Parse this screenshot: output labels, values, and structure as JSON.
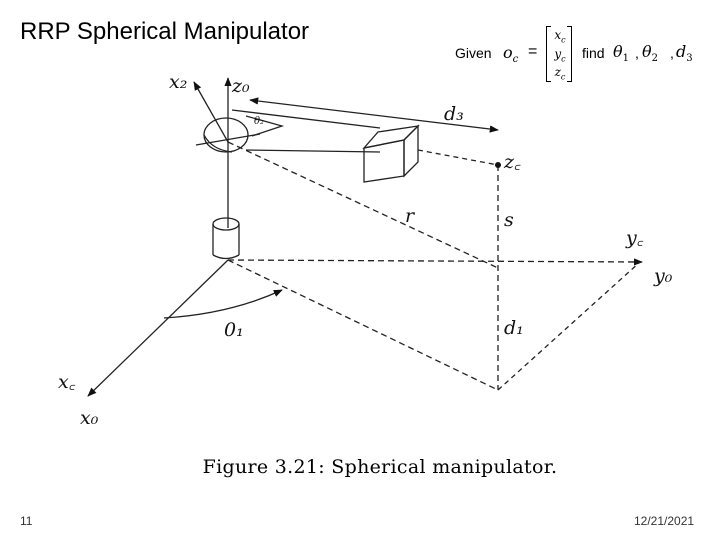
{
  "slide": {
    "title": "RRP Spherical Manipulator",
    "number": "11",
    "date": "12/21/2021"
  },
  "given": {
    "word_given": "Given",
    "lhs": "o",
    "lhs_sub": "c",
    "equals": "=",
    "vector": [
      "x_c",
      "y_c",
      "z_c"
    ],
    "word_find": "find",
    "unknowns": [
      "θ_1",
      "θ_2",
      "d_3"
    ],
    "separator": ","
  },
  "diagram": {
    "labels": {
      "x2": "x₂",
      "z0": "z₀",
      "theta2": "θ₂",
      "d3": "d₃",
      "zc": "z꜀",
      "r": "r",
      "s": "s",
      "yc": "y꜀",
      "y0": "y₀",
      "theta1": "0₁",
      "d1": "d₁",
      "xc": "x꜀",
      "x0": "x₀"
    },
    "caption": "Figure 3.21:  Spherical manipulator."
  }
}
